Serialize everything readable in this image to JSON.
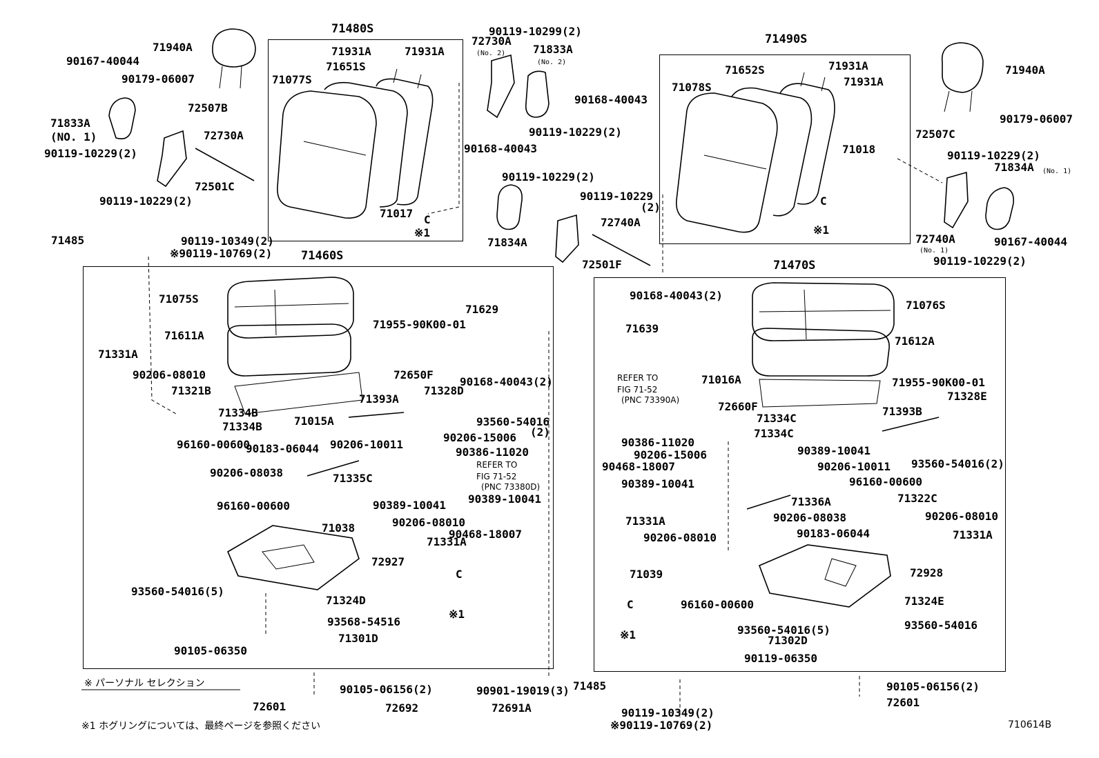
{
  "figure_code": "710614B",
  "notes": {
    "personal_selection": "※ パーソナル セレクション",
    "hog_ring_note": "※1  ホグリングについては、最終ページを参照ください"
  },
  "symbols": {
    "marker_star": "※1"
  },
  "refer_right": {
    "line1": "REFER TO",
    "line2": "FIG 71-52",
    "line3": "(PNC 73390A)"
  },
  "refer_left": {
    "line1": "REFER TO",
    "line2": "FIG 71-52",
    "line3": "(PNC 73380D)"
  },
  "labels": {
    "a71480S": "71480S",
    "a71490S": "71490S",
    "a71460S": "71460S",
    "a71470S": "71470S",
    "a71940A_l": "71940A",
    "a90167_l": "90167-40044",
    "a90179_l": "90179-06007",
    "a72507B": "72507B",
    "a71833A_l": "71833A",
    "no1_l": "(NO. 1)",
    "a90119_10229_l1": "90119-10229(2)",
    "a72730A_l": "72730A",
    "a72501C": "72501C",
    "a90119_10229_l2": "90119-10229(2)",
    "a71931A_1": "71931A",
    "a71931A_2": "71931A",
    "a71651S": "71651S",
    "a71077S": "71077S",
    "a71017": "71017",
    "a90119_10299": "90119-10299(2)",
    "a72730A_c": "72730A",
    "no2_c": "(No. 2)",
    "a71833A_c": "71833A",
    "no2_c2": "(No. 2)",
    "a90168_40043_c": "90168-40043",
    "a90119_10229_c1": "90119-10229(2)",
    "a90168_40043_c2": "90168-40043",
    "a90119_10229_c2": "90119-10229(2)",
    "a90119_10229_c3": "90119-10229",
    "two_c3": "(2)",
    "a71834A_c": "71834A",
    "a72740A_c": "72740A",
    "a72501F": "72501F",
    "a71652S": "71652S",
    "a71078S": "71078S",
    "a71931A_3": "71931A",
    "a71931A_4": "71931A",
    "a71018": "71018",
    "a71940A_r": "71940A",
    "a90179_r": "90179-06007",
    "a72507C": "72507C",
    "a90119_10229_r1": "90119-10229(2)",
    "a71834A_r": "71834A",
    "no1_r": "(No. 1)",
    "a72740A_r": "72740A",
    "no1_r2": "(No. 1)",
    "a90167_r": "90167-40044",
    "a90119_10229_r2": "90119-10229(2)",
    "a71485_l": "71485",
    "a90119_10349_l": "90119-10349(2)",
    "a90119_10769_l": "※90119-10769(2)",
    "a71075S": "71075S",
    "a71611A": "71611A",
    "a71331A_l": "71331A",
    "a90206_08010_l": "90206-08010",
    "a71321B": "71321B",
    "a71334B_1": "71334B",
    "a71334B_2": "71334B",
    "a71015A": "71015A",
    "a96160_l": "96160-00600",
    "a71955_l": "71955-90K00-01",
    "a71629": "71629",
    "a90168_40043_l": "90168-40043(2)",
    "a72650F": "72650F",
    "a71328D": "71328D",
    "a71393A": "71393A",
    "a93560_l": "93560-54016",
    "two_l": "(2)",
    "a90183_l": "90183-06044",
    "a90206_10011_l": "90206-10011",
    "a90206_15006_l": "90206-15006",
    "a90386_l": "90386-11020",
    "a90206_08038_l": "90206-08038",
    "a71335C": "71335C",
    "a90389_10041_l1": "90389-10041",
    "a90389_10041_l2": "90389-10041",
    "a96160_l2": "96160-00600",
    "a71038": "71038",
    "a90206_08010_l2": "90206-08010",
    "a90468_l": "90468-18007",
    "a71331A_l2": "71331A",
    "a72927": "72927",
    "a93560_l2": "93560-54016(5)",
    "a71324D": "71324D",
    "a93568": "93568-54516",
    "a71301D": "71301D",
    "a90105_06350": "90105-06350",
    "a90105_06156_l": "90105-06156(2)",
    "a90901": "90901-19019(3)",
    "a72601_l": "72601",
    "a72692": "72692",
    "a72691A": "72691A",
    "a90168_40043_r": "90168-40043(2)",
    "a71076S": "71076S",
    "a71639": "71639",
    "a71612A": "71612A",
    "a71016A": "71016A",
    "a71955_r": "71955-90K00-01",
    "a71328E": "71328E",
    "a72660F": "72660F",
    "a71334C_1": "71334C",
    "a71334C_2": "71334C",
    "a71393B": "71393B",
    "a90386_r": "90386-11020",
    "a90206_15006_r": "90206-15006",
    "a90389_10041_r1": "90389-10041",
    "a93560_r": "93560-54016(2)",
    "a90468_r": "90468-18007",
    "a90206_10011_r": "90206-10011",
    "a90389_10041_r2": "90389-10041",
    "a96160_r": "96160-00600",
    "a71336A": "71336A",
    "a71322C": "71322C",
    "a90206_08038_r": "90206-08038",
    "a90206_08010_r": "90206-08010",
    "a90183_r": "90183-06044",
    "a71331A_r": "71331A",
    "a71331A_r2": "71331A",
    "a90206_08010_r2": "90206-08010",
    "a71039": "71039",
    "a72928": "72928",
    "a96160_r2": "96160-00600",
    "a71324E": "71324E",
    "a93560_r2": "93560-54016(5)",
    "a93560_r3": "93560-54016",
    "a71302D": "71302D",
    "a90119_06350": "90119-06350",
    "a71485_r": "71485",
    "a90105_06156_r": "90105-06156(2)",
    "a72601_r": "72601",
    "a90119_10349_r": "90119-10349(2)",
    "a90119_10769_r": "※90119-10769(2)"
  }
}
